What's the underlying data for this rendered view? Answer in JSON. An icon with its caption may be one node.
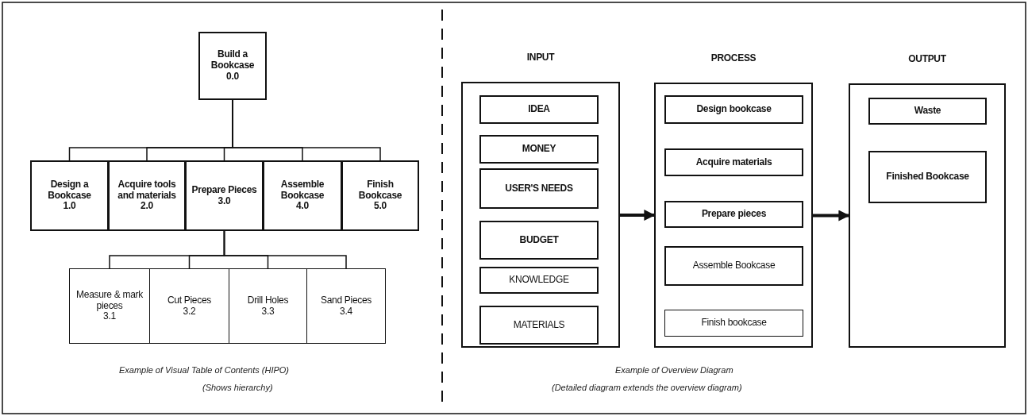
{
  "diagram": {
    "nodes": [
      {
        "text": [
          "Build a Bookcase",
          "0.0"
        ]
      },
      {
        "text": [
          "Design a Bookcase",
          "1.0"
        ]
      },
      {
        "text": [
          "Acquire tools and materials",
          "2.0"
        ]
      },
      {
        "text": [
          "Prepare Pieces",
          "3.0"
        ]
      },
      {
        "text": [
          "Assemble Bookcase",
          "4.0"
        ]
      },
      {
        "text": [
          "Finish Bookcase",
          "5.0"
        ]
      },
      {
        "text": [
          "Measure & mark pieces",
          "3.1"
        ]
      },
      {
        "text": [
          "Cut Pieces",
          "3.2"
        ]
      },
      {
        "text": [
          "Drill Holes",
          "3.3"
        ]
      },
      {
        "text": [
          "Sand Pieces",
          "3.4"
        ]
      },
      {
        "text": [
          "INPUT"
        ]
      },
      {
        "text": [
          "IDEA"
        ],
        "in": 10
      },
      {
        "text": [
          "MONEY"
        ],
        "in": 10
      },
      {
        "text": [
          "USER'S NEEDS"
        ],
        "in": 10
      },
      {
        "text": [
          "BUDGET"
        ],
        "in": 10
      },
      {
        "text": [
          "KNOWLEDGE"
        ],
        "in": 10
      },
      {
        "text": [
          "MATERIALS"
        ],
        "in": 10
      },
      {
        "text": [
          "PROCESS"
        ]
      },
      {
        "text": [
          "Design bookcase"
        ],
        "in": 17
      },
      {
        "text": [
          "Acquire materials"
        ],
        "in": 17
      },
      {
        "text": [
          "Prepare pieces"
        ],
        "in": 17
      },
      {
        "text": [
          "Assemble Bookcase"
        ],
        "in": 17
      },
      {
        "text": [
          "Finish bookcase"
        ],
        "in": 17
      },
      {
        "text": [
          "OUTPUT"
        ]
      },
      {
        "text": [
          "Waste"
        ],
        "in": 23
      },
      {
        "text": [
          "Finished Bookcase"
        ],
        "in": 23
      }
    ],
    "edges": [
      {
        "from": 0,
        "to": 1,
        "arrow": "none"
      },
      {
        "from": 0,
        "to": 2,
        "arrow": "none"
      },
      {
        "from": 0,
        "to": 3,
        "arrow": "none"
      },
      {
        "from": 0,
        "to": 4,
        "arrow": "none"
      },
      {
        "from": 0,
        "to": 5,
        "arrow": "none"
      },
      {
        "from": 3,
        "to": 6,
        "arrow": "none"
      },
      {
        "from": 3,
        "to": 7,
        "arrow": "none"
      },
      {
        "from": 3,
        "to": 8,
        "arrow": "none"
      },
      {
        "from": 3,
        "to": 9,
        "arrow": "none"
      },
      {
        "from": 10,
        "to": 17,
        "arrow": "to",
        "style": "thick"
      },
      {
        "from": 17,
        "to": 23,
        "arrow": "to",
        "style": "thick"
      }
    ],
    "labels": [
      "Example of Visual Table of Contents (HIPO)",
      "(Shows hierarchy)",
      "Example of Overview Diagram",
      "(Detailed diagram extends the overview diagram)"
    ]
  }
}
